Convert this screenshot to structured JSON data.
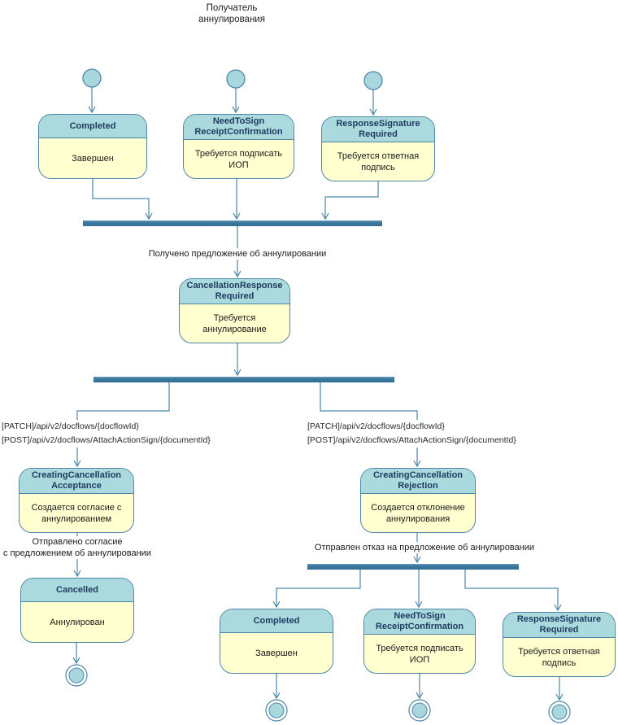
{
  "header": {
    "title": "Получатель\nаннулирования"
  },
  "colors": {
    "state_header_fill": "#aadade",
    "state_body_fill": "#ffffcf",
    "state_border": "#4e86a8",
    "line": "#4e86a8",
    "bar_fill": "#3b789f",
    "header_text": "#1f3a5f"
  },
  "states": [
    {
      "name": "Completed",
      "desc": "Завершен"
    },
    {
      "name": "NeedToSign\nReceiptConfirmation",
      "desc": "Требуется подписать\nИОП"
    },
    {
      "name": "ResponseSignature\nRequired",
      "desc": "Требуется ответная\nподпись"
    },
    {
      "name": "CancellationResponse\nRequired",
      "desc": "Требуется\nаннулирование"
    },
    {
      "name": "CreatingCancellation\nAcceptance",
      "desc": "Создается согласие с\nаннулированием"
    },
    {
      "name": "CreatingCancellation\nRejection",
      "desc": "Создается отклонение\nаннулирования"
    },
    {
      "name": "Cancelled",
      "desc": "Аннулирован"
    },
    {
      "name": "Completed",
      "desc": "Завершен"
    },
    {
      "name": "NeedToSign\nReceiptConfirmation",
      "desc": "Требуется подписать\nИОП"
    },
    {
      "name": "ResponseSignature\nRequired",
      "desc": "Требуется ответная\nподпись"
    }
  ],
  "labels": {
    "received_proposal": "Получено предложение об аннулировании",
    "api_left": "[PATCH]/api/v2/docflows/{docflowId}\n[POST]/api/v2/docflows/AttachActionSign/{documentId}",
    "api_right": "[PATCH]/api/v2/docflows/{docflowId}\n[POST]/api/v2/docflows/AttachActionSign/{documentId}",
    "sent_acceptance": "Отправлено согласие\nс предложением об аннулировании",
    "sent_rejection": "Отправлен отказ на предложение об аннулировании"
  }
}
